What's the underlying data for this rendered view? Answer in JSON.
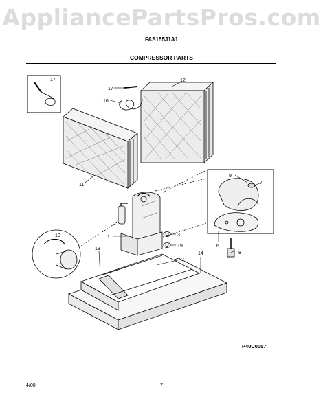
{
  "watermark": "AppliancePartsPros.com",
  "model": "FAS155J1A1",
  "section_title": "COMPRESSOR PARTS",
  "figure_code": "P40C0057",
  "footer": {
    "date": "4/00",
    "page": "7"
  },
  "callouts": [
    "17",
    "17",
    "16",
    "12",
    "11",
    "9",
    "7",
    "1",
    "3",
    "19",
    "6",
    "8",
    "10",
    "13",
    "2",
    "14"
  ]
}
